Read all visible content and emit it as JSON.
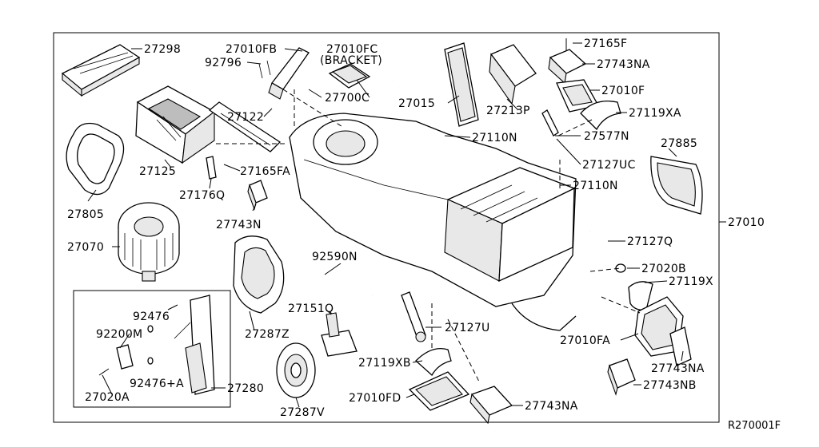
{
  "diagram": {
    "reference_code": "R270001F",
    "labels": {
      "p27298": "27298",
      "p27010FB": "27010FB",
      "p27010FC": "27010FC",
      "p27010FC_note": "(BRACKET)",
      "p92796": "92796",
      "p27700C": "27700C",
      "p27015": "27015",
      "p27213P": "27213P",
      "p27165F": "27165F",
      "p27743NA_top": "27743NA",
      "p27010F": "27010F",
      "p27119XA": "27119XA",
      "p27122": "27122",
      "p27110N_top": "27110N",
      "p27577N": "27577N",
      "p27885": "27885",
      "p27125": "27125",
      "p27165FA": "27165FA",
      "p27127UC": "27127UC",
      "p27176Q": "27176Q",
      "p27110N_mid": "27110N",
      "p27805": "27805",
      "p27743N": "27743N",
      "p27010": "27010",
      "p27070": "27070",
      "p92590N": "92590N",
      "p27127Q": "27127Q",
      "p27020B": "27020B",
      "p27119X": "27119X",
      "p92476": "92476",
      "p92200M": "92200M",
      "p27151Q": "27151Q",
      "p27127U": "27127U",
      "p27287Z": "27287Z",
      "p27010FA": "27010FA",
      "p27119XB": "27119XB",
      "p92476A": "92476+A",
      "p27280": "27280",
      "p27743NA_r": "27743NA",
      "p27743NB": "27743NB",
      "p27020A": "27020A",
      "p27010FD": "27010FD",
      "p27743NA_bot": "27743NA",
      "p27287V": "27287V"
    }
  }
}
